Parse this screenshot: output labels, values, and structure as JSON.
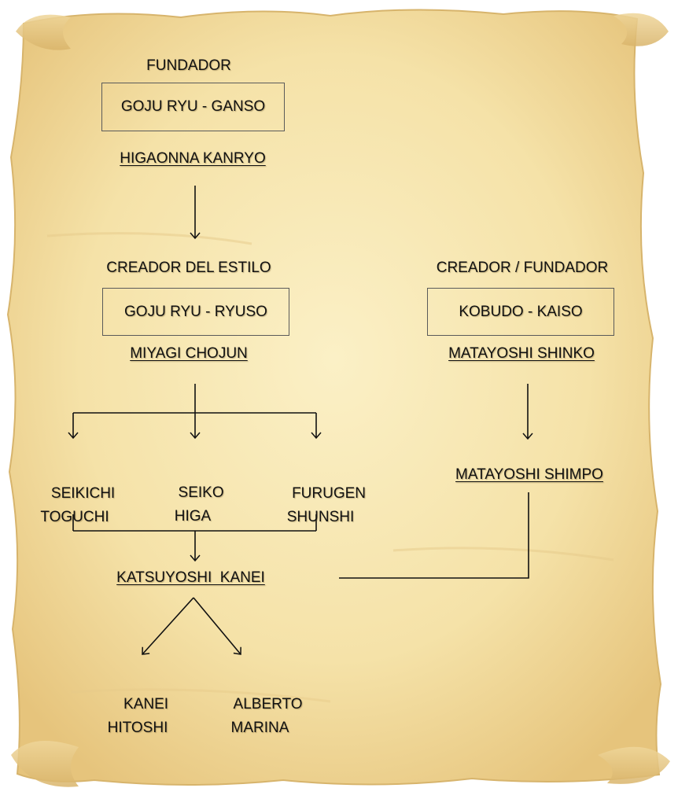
{
  "diagram": {
    "colors": {
      "parchment": "#f5e2a8",
      "parchment_edge": "#e3c27a",
      "ink": "#111111",
      "box_border": "#5a5a5a"
    },
    "goju": {
      "founder_heading": "FUNDADOR",
      "founder_box": "GOJU RYU - GANSO",
      "founder_name": "HIGAONNA KANRYO",
      "creator_heading": "CREADOR DEL ESTILO",
      "creator_box": "GOJU RYU - RYUSO",
      "creator_name": "MIYAGI CHOJUN",
      "disciples": [
        {
          "line1": "SEIKICHI",
          "line2": "TOGUCHI"
        },
        {
          "line1": "SEIKO",
          "line2": "HIGA"
        },
        {
          "line1": "FURUGEN",
          "line2": "SHUNSHI"
        }
      ],
      "successor": "KATSUYOSHI  KANEI",
      "students": [
        {
          "line1": "KANEI",
          "line2": "HITOSHI"
        },
        {
          "line1": "ALBERTO",
          "line2": "MARINA"
        }
      ]
    },
    "kobudo": {
      "heading": "CREADOR / FUNDADOR",
      "box": "KOBUDO - KAISO",
      "name": "MATAYOSHI SHINKO",
      "successor": "MATAYOSHI SHIMPO"
    }
  }
}
